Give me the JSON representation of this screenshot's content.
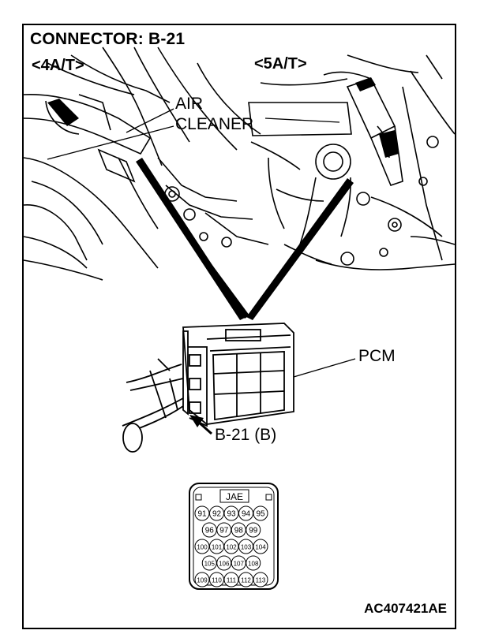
{
  "diagram": {
    "title": "CONNECTOR: B-21",
    "variant_left": "<4A/T>",
    "variant_right": "<5A/T>",
    "label_air_line1": "AIR",
    "label_air_line2": "CLEANER",
    "label_pcm": "PCM",
    "label_connector": "B-21 (B)",
    "connector_maker": "JAE",
    "pin_rows": [
      [
        "91",
        "92",
        "93",
        "94",
        "95"
      ],
      [
        "96",
        "97",
        "98",
        "99"
      ],
      [
        "100",
        "101",
        "102",
        "103",
        "104"
      ],
      [
        "105",
        "106",
        "107",
        "108"
      ],
      [
        "109",
        "110",
        "111",
        "112",
        "113"
      ]
    ],
    "doc_id": "AC407421AE"
  }
}
